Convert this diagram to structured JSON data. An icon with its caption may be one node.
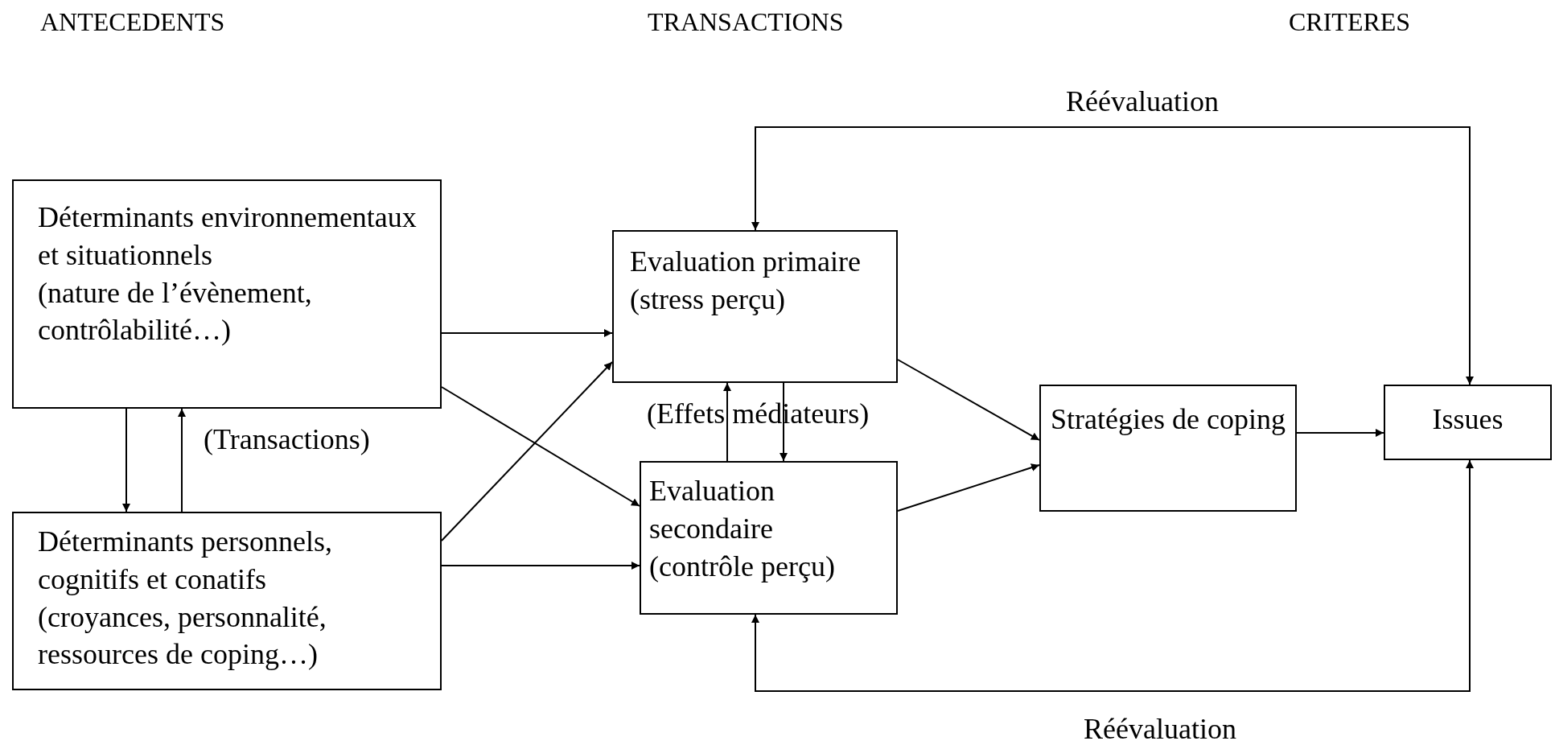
{
  "diagram": {
    "nodes": [
      {
        "text": [
          "Déterminants environnementaux et situationnels",
          "(nature de l’évènement, contrôlabilité…)"
        ]
      },
      {
        "text": [
          "Déterminants personnels, cognitifs et conatifs",
          "(croyances, personnalité, ressources de coping…)"
        ]
      },
      {
        "text": [
          "Evaluation primaire",
          "(stress perçu)"
        ]
      },
      {
        "text": [
          "Evaluation secondaire",
          "(contrôle perçu)"
        ]
      },
      {
        "text": [
          "Stratégies de coping"
        ]
      },
      {
        "text": [
          "Issues"
        ]
      }
    ],
    "edges": [
      {
        "from": 0,
        "to": 2,
        "arrow": "to"
      },
      {
        "from": 0,
        "to": 3,
        "arrow": "to"
      },
      {
        "from": 1,
        "to": 2,
        "arrow": "to"
      },
      {
        "from": 1,
        "to": 3,
        "arrow": "to"
      },
      {
        "from": 0,
        "to": 1,
        "arrow": "to"
      },
      {
        "from": 1,
        "to": 0,
        "arrow": "to"
      },
      {
        "from": 2,
        "to": 3,
        "arrow": "to"
      },
      {
        "from": 3,
        "to": 2,
        "arrow": "to"
      },
      {
        "from": 2,
        "to": 4,
        "arrow": "to"
      },
      {
        "from": 3,
        "to": 4,
        "arrow": "to"
      },
      {
        "from": 4,
        "to": 5,
        "arrow": "to"
      },
      {
        "from": 5,
        "to": 2,
        "arrow": "both",
        "label": "Réévaluation"
      },
      {
        "from": 5,
        "to": 3,
        "arrow": "both",
        "label": "Réévaluation"
      }
    ],
    "labels": [
      "ANTECEDENTS",
      "TRANSACTIONS",
      "CRITERES",
      "(Transactions)",
      "(Effets médiateurs)"
    ]
  }
}
